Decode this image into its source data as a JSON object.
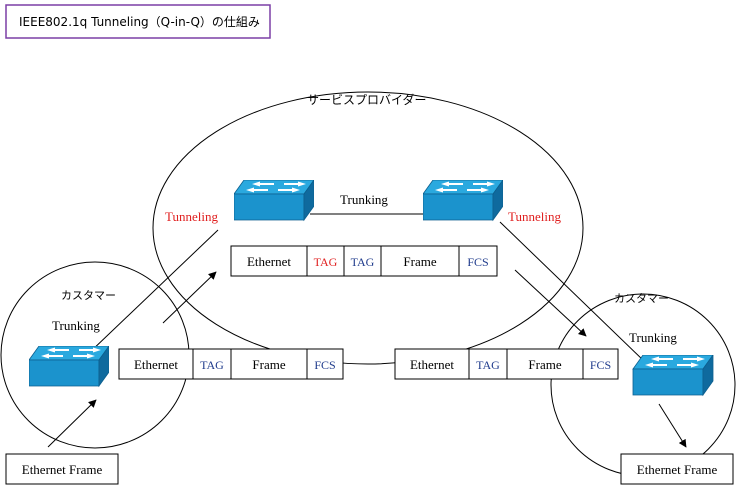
{
  "title": "IEEE802.1q Tunneling（Q-in-Q）の仕組み",
  "clouds": {
    "provider": "サービスプロバイダー",
    "customer_left": "カスタマー",
    "customer_right": "カスタマー"
  },
  "links": {
    "trunking_provider": "Trunking",
    "trunking_left": "Trunking",
    "trunking_right": "Trunking",
    "tunneling_left": "Tunneling",
    "tunneling_right": "Tunneling"
  },
  "frames": {
    "provider": {
      "ethernet": "Ethernet",
      "tag_outer": "TAG",
      "tag_inner": "TAG",
      "frame": "Frame",
      "fcs": "FCS"
    },
    "left": {
      "ethernet": "Ethernet",
      "tag": "TAG",
      "frame": "Frame",
      "fcs": "FCS"
    },
    "right": {
      "ethernet": "Ethernet",
      "tag": "TAG",
      "frame": "Frame",
      "fcs": "FCS"
    }
  },
  "boxes": {
    "ethernet_frame_left": "Ethernet Frame",
    "ethernet_frame_right": "Ethernet Frame"
  },
  "colors": {
    "title_border": "#7b3fa6",
    "tunneling": "#e02020",
    "tag_outer": "#e02020",
    "tag_inner": "#1f3b8c",
    "switch_top": "#2aa9df",
    "switch_front": "#1a8fc8",
    "switch_side": "#0d5f8e"
  },
  "icons": [
    "switch-icon",
    "arrow-icon"
  ]
}
